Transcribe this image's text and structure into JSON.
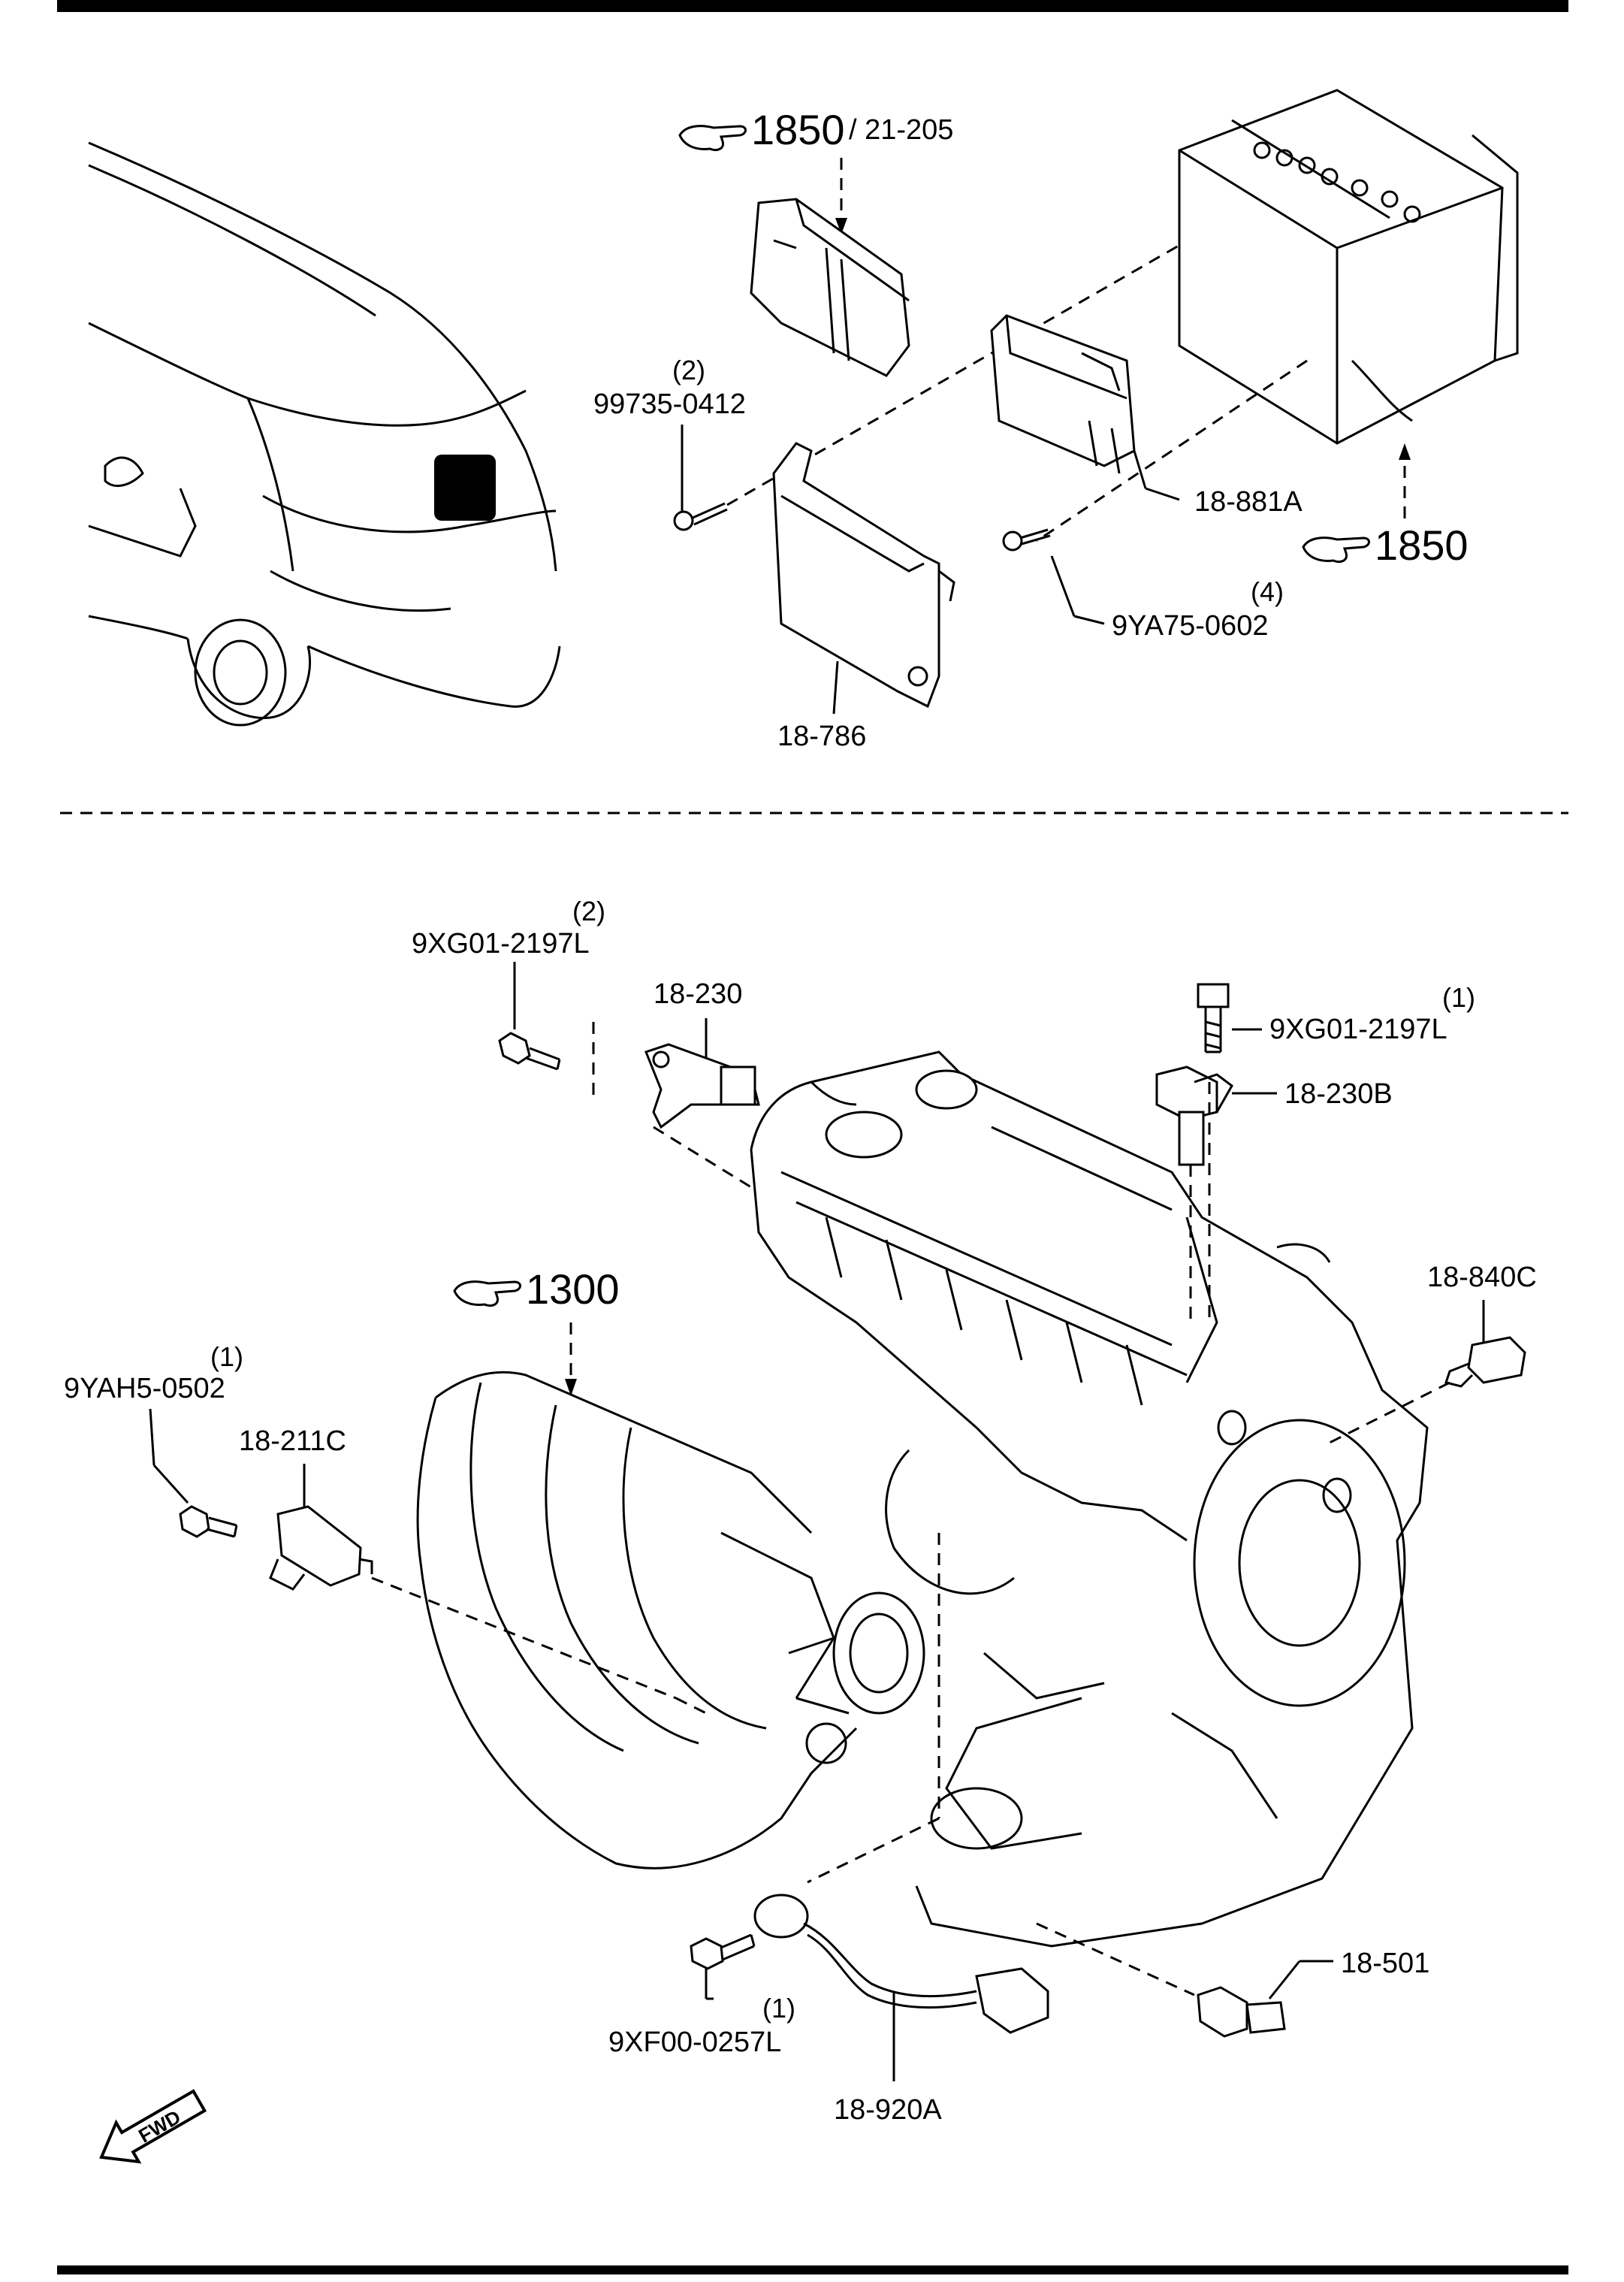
{
  "header_ref": {
    "main": "1850",
    "sub": "/ 21-205"
  },
  "ref_battery": "1850",
  "ref_engine": "1300",
  "labels": {
    "bolt_99735": "99735-0412",
    "bolt_99735_qty": "(2)",
    "module_881A": "18-881A",
    "bolt_9YA75": "9YA75-0602",
    "bolt_9YA75_qty": "(4)",
    "bracket_786": "18-786",
    "bolt_9XG01_left": "9XG01-2197L",
    "bolt_9XG01_left_qty": "(2)",
    "sensor_230": "18-230",
    "bolt_9XG01_right": "9XG01-2197L",
    "bolt_9XG01_right_qty": "(1)",
    "sensor_230B": "18-230B",
    "sensor_840C": "18-840C",
    "bolt_9YAH5": "9YAH5-0502",
    "bolt_9YAH5_qty": "(1)",
    "sensor_211C": "18-211C",
    "bolt_9XF00": "9XF00-0257L",
    "bolt_9XF00_qty": "(1)",
    "knock_920A": "18-920A",
    "switch_501": "18-501"
  },
  "fwd_label": "FWD",
  "icons": {
    "reference": "pointing-hand-icon",
    "direction": "fwd-arrow-icon"
  }
}
